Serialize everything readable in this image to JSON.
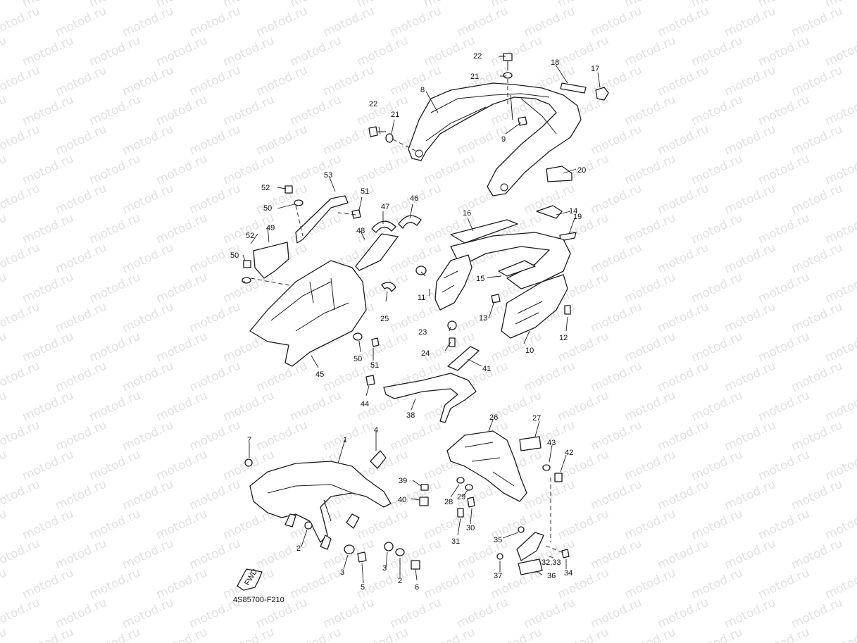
{
  "watermark": {
    "text": "motod.ru"
  },
  "diagram_code": "4S85700-F210",
  "fwd_label": "FWD",
  "callouts": {
    "c1": "1",
    "c2a": "2",
    "c2b": "2",
    "c3a": "3",
    "c3b": "3",
    "c4": "4",
    "c5": "5",
    "c6": "6",
    "c7": "7",
    "c8": "8",
    "c9": "9",
    "c10": "10",
    "c11": "11",
    "c12": "12",
    "c13": "13",
    "c14": "14",
    "c15": "15",
    "c16": "16",
    "c17": "17",
    "c18": "18",
    "c19": "19",
    "c20": "20",
    "c21a": "21",
    "c21b": "21",
    "c22a": "22",
    "c22b": "22",
    "c23": "23",
    "c24": "24",
    "c25": "25",
    "c26": "26",
    "c27": "27",
    "c28": "28",
    "c29": "29",
    "c30": "30",
    "c31": "31",
    "c32_33": "32,33",
    "c34": "34",
    "c35": "35",
    "c36": "36",
    "c37": "37",
    "c38": "38",
    "c39": "39",
    "c40": "40",
    "c41": "41",
    "c42": "42",
    "c43": "43",
    "c44": "44",
    "c45": "45",
    "c46": "46",
    "c47": "47",
    "c48": "48",
    "c49": "49",
    "c50a": "50",
    "c50b": "50",
    "c50c": "50",
    "c51a": "51",
    "c51b": "51",
    "c52a": "52",
    "c52b": "52",
    "c53": "53"
  }
}
